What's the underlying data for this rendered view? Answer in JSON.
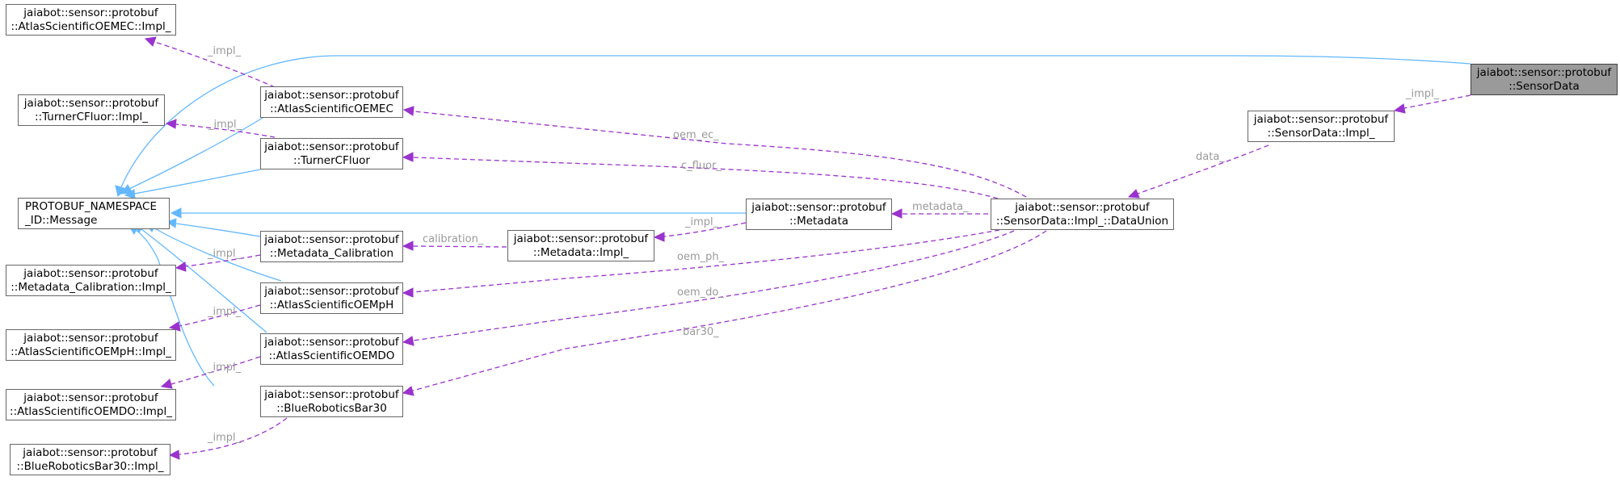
{
  "nodes": {
    "sensordata": [
      "jaiabot::sensor::protobuf",
      "::SensorData"
    ],
    "sensordata_impl": [
      "jaiabot::sensor::protobuf",
      "::SensorData::Impl_"
    ],
    "dataunion": [
      "jaiabot::sensor::protobuf",
      "::SensorData::Impl_::DataUnion"
    ],
    "metadata": [
      "jaiabot::sensor::protobuf",
      "::Metadata"
    ],
    "metadata_impl": [
      "jaiabot::sensor::protobuf",
      "::Metadata::Impl_"
    ],
    "message": [
      "PROTOBUF_NAMESPACE",
      "_ID::Message"
    ],
    "oemec": [
      "jaiabot::sensor::protobuf",
      "::AtlasScientificOEMEC"
    ],
    "oemec_impl": [
      "jaiabot::sensor::protobuf",
      "::AtlasScientificOEMEC::Impl_"
    ],
    "turner": [
      "jaiabot::sensor::protobuf",
      "::TurnerCFluor"
    ],
    "turner_impl": [
      "jaiabot::sensor::protobuf",
      "::TurnerCFluor::Impl_"
    ],
    "calib": [
      "jaiabot::sensor::protobuf",
      "::Metadata_Calibration"
    ],
    "calib_impl": [
      "jaiabot::sensor::protobuf",
      "::Metadata_Calibration::Impl_"
    ],
    "oemph": [
      "jaiabot::sensor::protobuf",
      "::AtlasScientificOEMpH"
    ],
    "oemph_impl": [
      "jaiabot::sensor::protobuf",
      "::AtlasScientificOEMpH::Impl_"
    ],
    "oemdo": [
      "jaiabot::sensor::protobuf",
      "::AtlasScientificOEMDO"
    ],
    "oemdo_impl": [
      "jaiabot::sensor::protobuf",
      "::AtlasScientificOEMDO::Impl_"
    ],
    "bar30": [
      "jaiabot::sensor::protobuf",
      "::BlueRoboticsBar30"
    ],
    "bar30_impl": [
      "jaiabot::sensor::protobuf",
      "::BlueRoboticsBar30::Impl_"
    ]
  },
  "edge_labels": {
    "impl_oemec": "_impl_",
    "impl_turner": "_impl_",
    "impl_sensordata": "_impl_",
    "data": "data_",
    "oem_ec": "oem_ec_",
    "c_fluor": "c_fluor_",
    "metadata": "metadata_",
    "impl_metadata": "_impl_",
    "calibration": "calibration_",
    "impl_calib": "_impl_",
    "oem_ph": "oem_ph_",
    "impl_oemph": "_impl_",
    "oem_do": "oem_do_",
    "impl_oemdo": "_impl_",
    "bar30": "bar30_",
    "impl_bar30": "_impl_"
  },
  "colors": {
    "inheritance": "#63b8ff",
    "usage": "#9a32cd",
    "highlight": "#9a9a9a"
  }
}
